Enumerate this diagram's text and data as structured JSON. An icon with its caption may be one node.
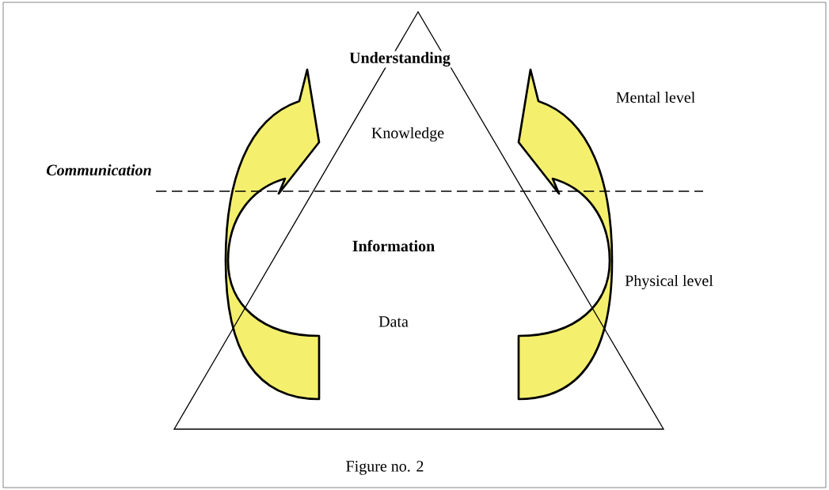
{
  "diagram": {
    "caption": "Figure no. 2",
    "nodes": [
      {
        "text": [
          "Understanding",
          "Knowledge",
          "Information",
          "Data"
        ]
      }
    ],
    "labels": [
      "Mental level",
      "Communication",
      "Physical level"
    ]
  }
}
